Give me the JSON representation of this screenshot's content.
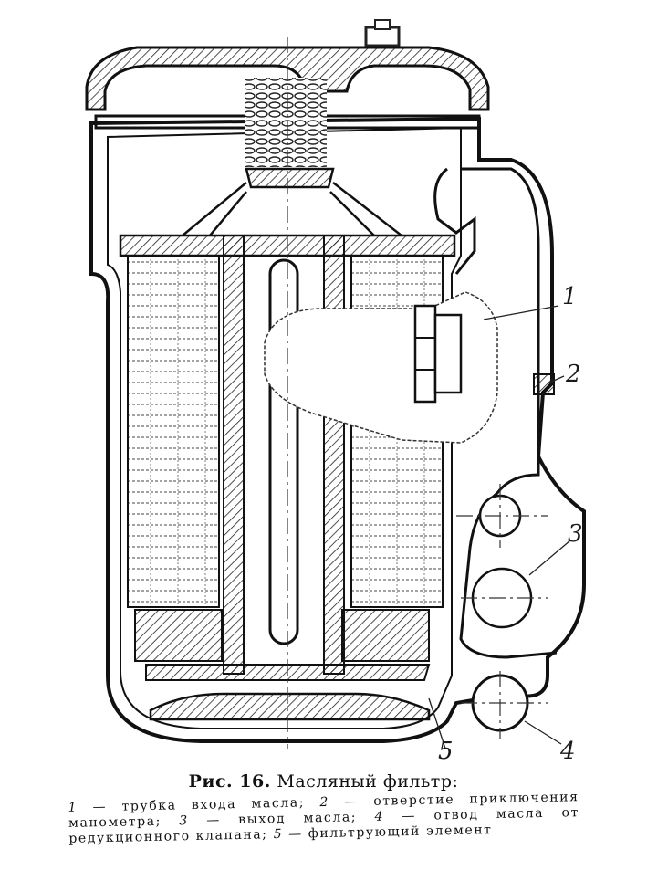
{
  "figure": {
    "callouts": [
      {
        "id": "1",
        "text": "1"
      },
      {
        "id": "2",
        "text": "2"
      },
      {
        "id": "3",
        "text": "3"
      },
      {
        "id": "4",
        "text": "4"
      },
      {
        "id": "5",
        "text": "5"
      }
    ]
  },
  "caption": {
    "label": "Рис. 16.",
    "title": "Масляный фильтр:",
    "items": [
      {
        "num": "1",
        "text": "— трубка входа масла;"
      },
      {
        "num": "2",
        "text": "— отверстие приключения манометра;"
      },
      {
        "num": "3",
        "text": "— выход масла;"
      },
      {
        "num": "4",
        "text": "— отвод масла от редукционного клапана;"
      },
      {
        "num": "5",
        "text": "— фильтрующий элемент"
      }
    ]
  }
}
